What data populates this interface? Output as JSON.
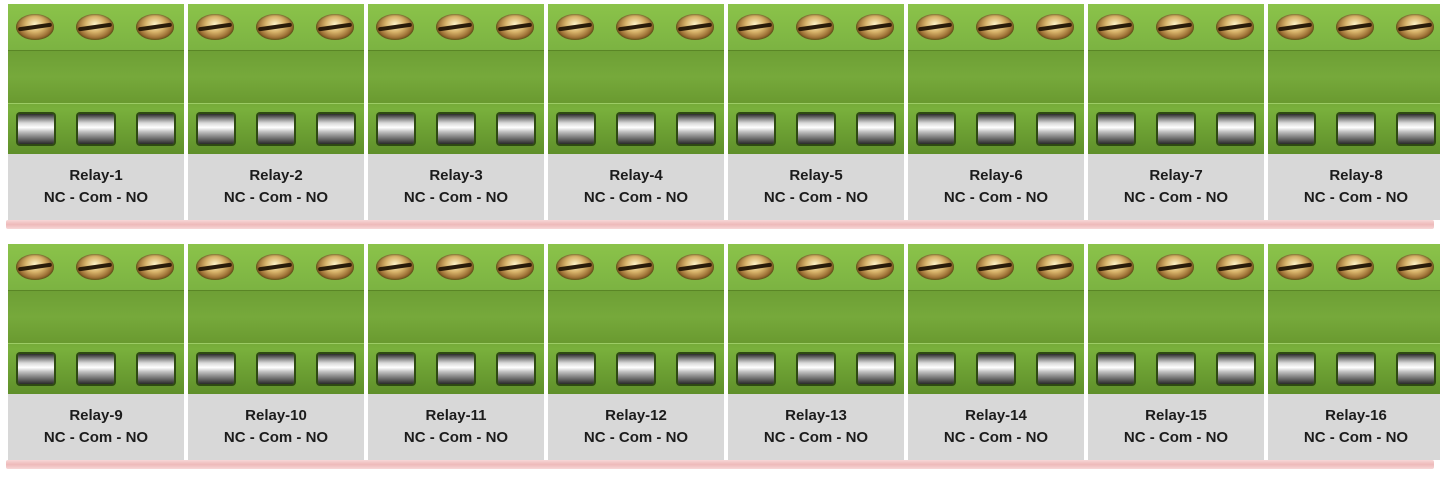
{
  "rows": [
    {
      "modules": [
        {
          "name": "Relay-1",
          "pins": "NC - Com - NO"
        },
        {
          "name": "Relay-2",
          "pins": "NC - Com - NO"
        },
        {
          "name": "Relay-3",
          "pins": "NC - Com - NO"
        },
        {
          "name": "Relay-4",
          "pins": "NC - Com - NO"
        },
        {
          "name": "Relay-5",
          "pins": "NC - Com - NO"
        },
        {
          "name": "Relay-6",
          "pins": "NC - Com - NO"
        },
        {
          "name": "Relay-7",
          "pins": "NC - Com - NO"
        },
        {
          "name": "Relay-8",
          "pins": "NC - Com - NO"
        }
      ]
    },
    {
      "modules": [
        {
          "name": "Relay-9",
          "pins": "NC - Com - NO"
        },
        {
          "name": "Relay-10",
          "pins": "NC - Com - NO"
        },
        {
          "name": "Relay-11",
          "pins": "NC - Com - NO"
        },
        {
          "name": "Relay-12",
          "pins": "NC - Com - NO"
        },
        {
          "name": "Relay-13",
          "pins": "NC - Com - NO"
        },
        {
          "name": "Relay-14",
          "pins": "NC - Com - NO"
        },
        {
          "name": "Relay-15",
          "pins": "NC - Com - NO"
        },
        {
          "name": "Relay-16",
          "pins": "NC - Com - NO"
        }
      ]
    }
  ],
  "colors": {
    "terminal_green": "#7cb342",
    "label_bg": "#d8d8d8",
    "divider": "#eeb9b9"
  },
  "icons": {
    "screw": "screw-terminal-icon",
    "slot": "wire-slot-icon"
  }
}
